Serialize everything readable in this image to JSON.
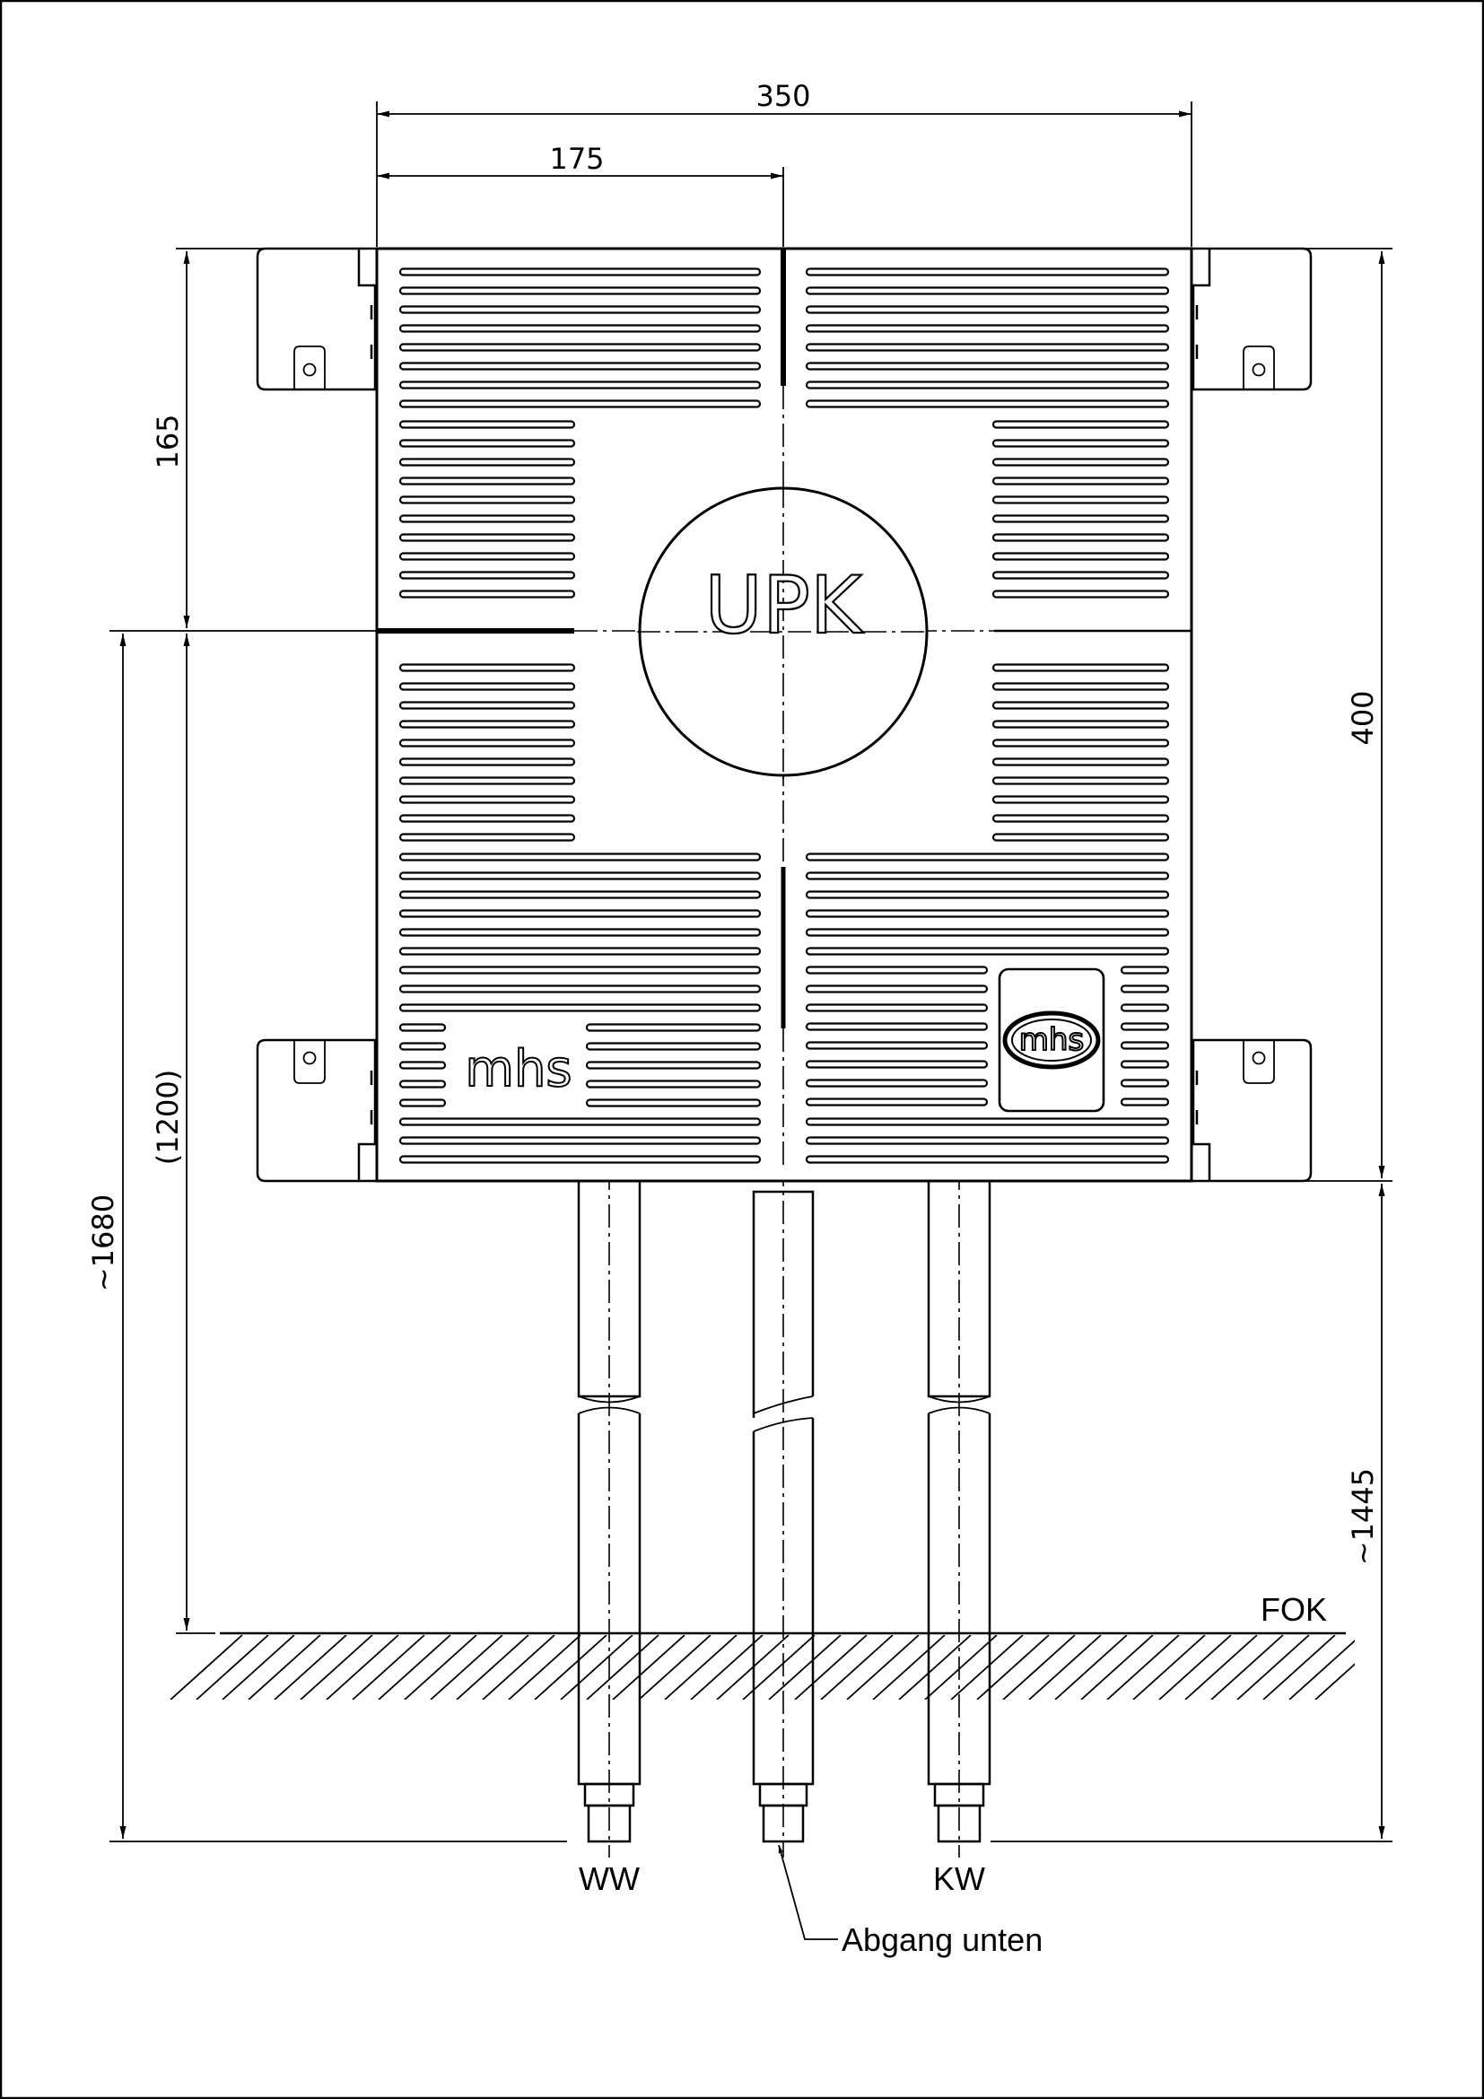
{
  "dimensions": {
    "width_total": "350",
    "width_half": "175",
    "height_top": "165",
    "height_box": "400",
    "height_to_floor": "(1200)",
    "height_total": "~1680",
    "height_pipes": "~1445"
  },
  "labels": {
    "box_logo": "UPK",
    "brand_left": "mhs",
    "brand_badge": "mhs",
    "floor": "FOK",
    "pipe_left": "WW",
    "pipe_right": "KW",
    "outlet_note": "Abgang unten"
  }
}
